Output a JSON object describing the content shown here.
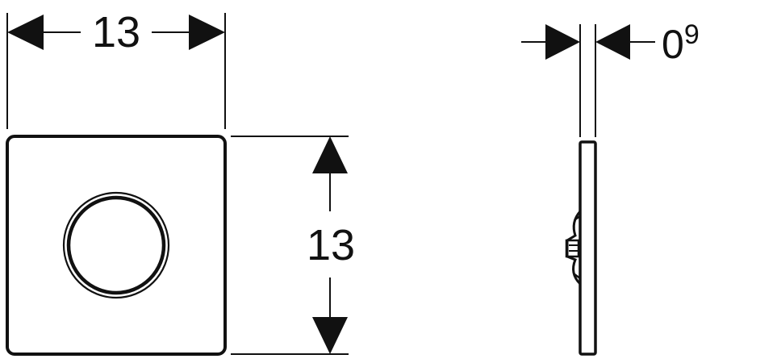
{
  "front_view": {
    "width_dimension": "13",
    "height_dimension": "13"
  },
  "side_view": {
    "thickness_dimension_main": "0",
    "thickness_dimension_sup": "9"
  },
  "colors": {
    "line": "#111111",
    "background": "#ffffff"
  }
}
